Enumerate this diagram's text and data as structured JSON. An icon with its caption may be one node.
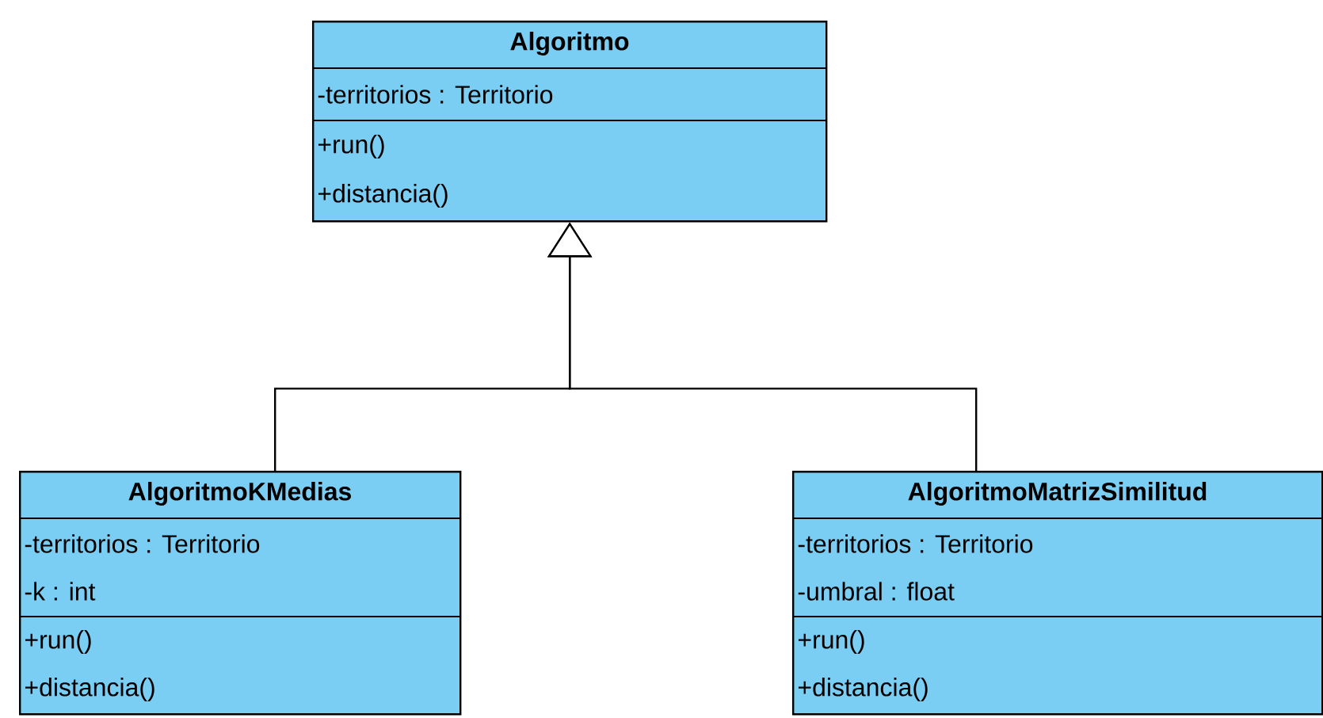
{
  "diagram": {
    "nodes": [
      {
        "text": [
          "Algoritmo",
          "-territorios : Territorio",
          "+run()",
          "+distancia()"
        ]
      },
      {
        "text": [
          "AlgoritmoKMedias",
          "-territorios : Territorio",
          "-k : int",
          "+run()",
          "+distancia()"
        ]
      },
      {
        "text": [
          "AlgoritmoMatrizSimilitud",
          "-territorios : Territorio",
          "-umbral : float",
          "+run()",
          "+distancia()"
        ]
      }
    ],
    "edges": [
      {
        "from": 1,
        "to": 0,
        "arrow": "to"
      },
      {
        "from": 2,
        "to": 0,
        "arrow": "to"
      }
    ]
  }
}
